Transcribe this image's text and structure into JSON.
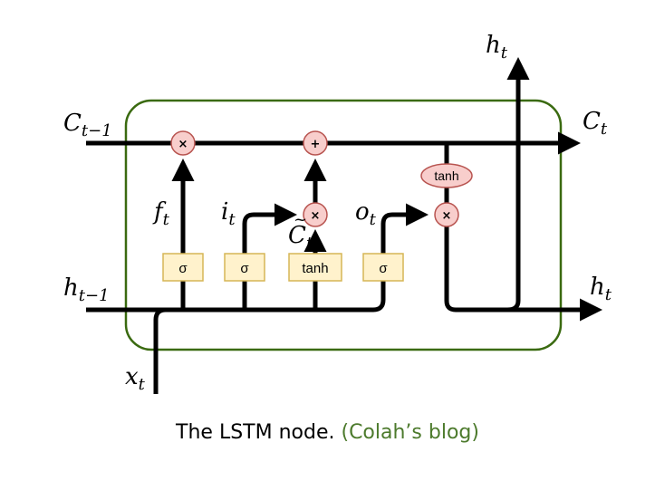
{
  "diagram": {
    "labels": {
      "c_prev_main": "C",
      "c_prev_sub": "t−1",
      "c_out_main": "C",
      "c_out_sub": "t",
      "h_prev_main": "h",
      "h_prev_sub": "t−1",
      "h_out_main": "h",
      "h_out_sub": "t",
      "h_top_main": "h",
      "h_top_sub": "t",
      "x_main": "x",
      "x_sub": "t",
      "f_main": "f",
      "f_sub": "t",
      "i_main": "i",
      "i_sub": "t",
      "c_tilde_main": "C",
      "c_tilde_accent": "~",
      "c_tilde_sub": "t",
      "o_main": "o",
      "o_sub": "t"
    },
    "gates": {
      "forget": "σ",
      "input": "σ",
      "candidate": "tanh",
      "output": "σ"
    },
    "ops": {
      "forget_mult": "×",
      "cell_add": "+",
      "input_mult": "×",
      "output_mult": "×",
      "cell_tanh": "tanh"
    },
    "colors": {
      "cell_border": "#3a6a10",
      "gate_fill": "#fff2cc",
      "gate_stroke": "#d6b656",
      "op_fill": "#f8cecc",
      "op_stroke": "#b85450",
      "caption_link": "#4c7a2c"
    }
  },
  "caption": {
    "text": "The LSTM node.",
    "source": "(Colah’s blog)"
  }
}
